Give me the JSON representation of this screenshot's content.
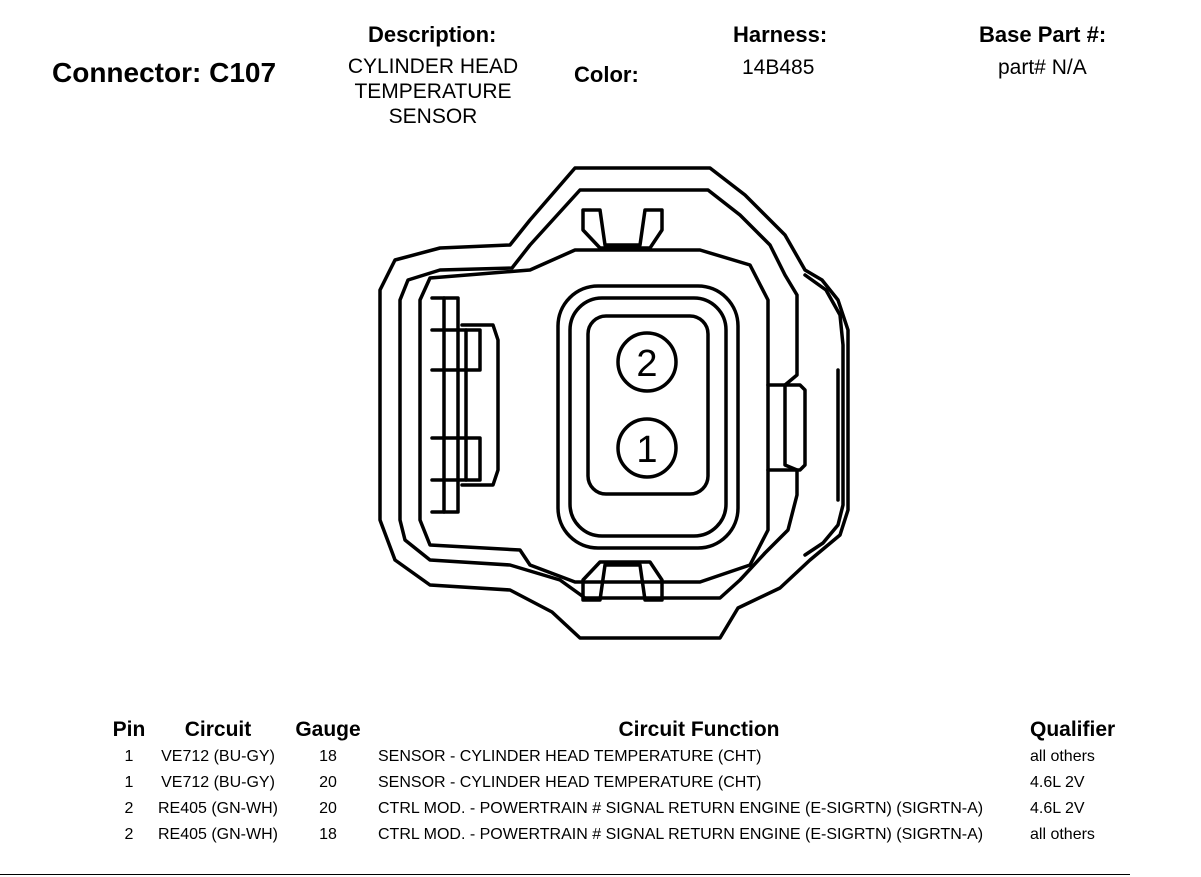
{
  "header": {
    "connector_title": "Connector: C107",
    "description_label": "Description:",
    "description_lines": [
      "CYLINDER HEAD",
      "TEMPERATURE",
      "SENSOR"
    ],
    "color_label": "Color:",
    "harness_label": "Harness:",
    "harness_value": "14B485",
    "base_part_label": "Base Part #:",
    "base_part_value": "part# N/A"
  },
  "connector": {
    "pins": [
      "2",
      "1"
    ]
  },
  "table": {
    "headers": {
      "pin": "Pin",
      "circuit": "Circuit",
      "gauge": "Gauge",
      "function": "Circuit Function",
      "qualifier": "Qualifier"
    },
    "rows": [
      {
        "pin": "1",
        "circuit": "VE712 (BU-GY)",
        "gauge": "18",
        "function": "SENSOR - CYLINDER HEAD TEMPERATURE (CHT)",
        "qualifier": "all others"
      },
      {
        "pin": "1",
        "circuit": "VE712 (BU-GY)",
        "gauge": "20",
        "function": "SENSOR - CYLINDER HEAD TEMPERATURE (CHT)",
        "qualifier": "4.6L 2V"
      },
      {
        "pin": "2",
        "circuit": "RE405 (GN-WH)",
        "gauge": "20",
        "function": "CTRL MOD. - POWERTRAIN # SIGNAL RETURN ENGINE (E-SIGRTN) (SIGRTN-A)",
        "qualifier": "4.6L 2V"
      },
      {
        "pin": "2",
        "circuit": "RE405 (GN-WH)",
        "gauge": "18",
        "function": "CTRL MOD. - POWERTRAIN # SIGNAL RETURN ENGINE (E-SIGRTN) (SIGRTN-A)",
        "qualifier": "all others"
      }
    ]
  }
}
